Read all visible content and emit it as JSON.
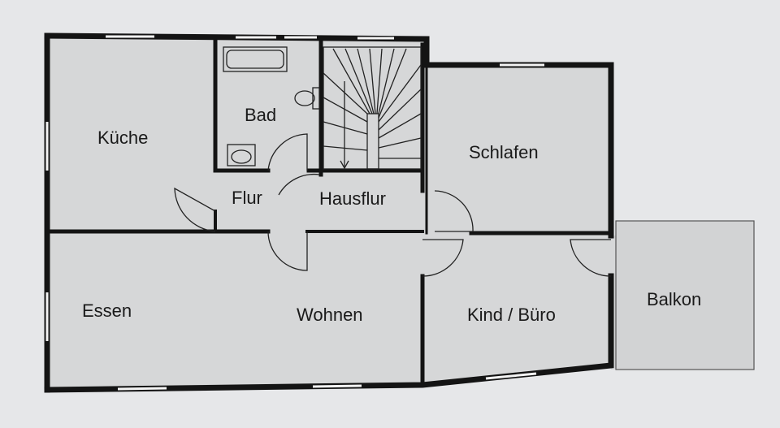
{
  "title": "Floor plan",
  "rooms": {
    "kueche": "Küche",
    "bad": "Bad",
    "flur": "Flur",
    "hausflur": "Hausflur",
    "schlafen": "Schlafen",
    "essen": "Essen",
    "wohnen": "Wohnen",
    "kind_buero": "Kind / Büro",
    "balkon": "Balkon"
  },
  "colors": {
    "background": "#e6e7e9",
    "room": "#d6d7d8",
    "wall": "#141414"
  }
}
